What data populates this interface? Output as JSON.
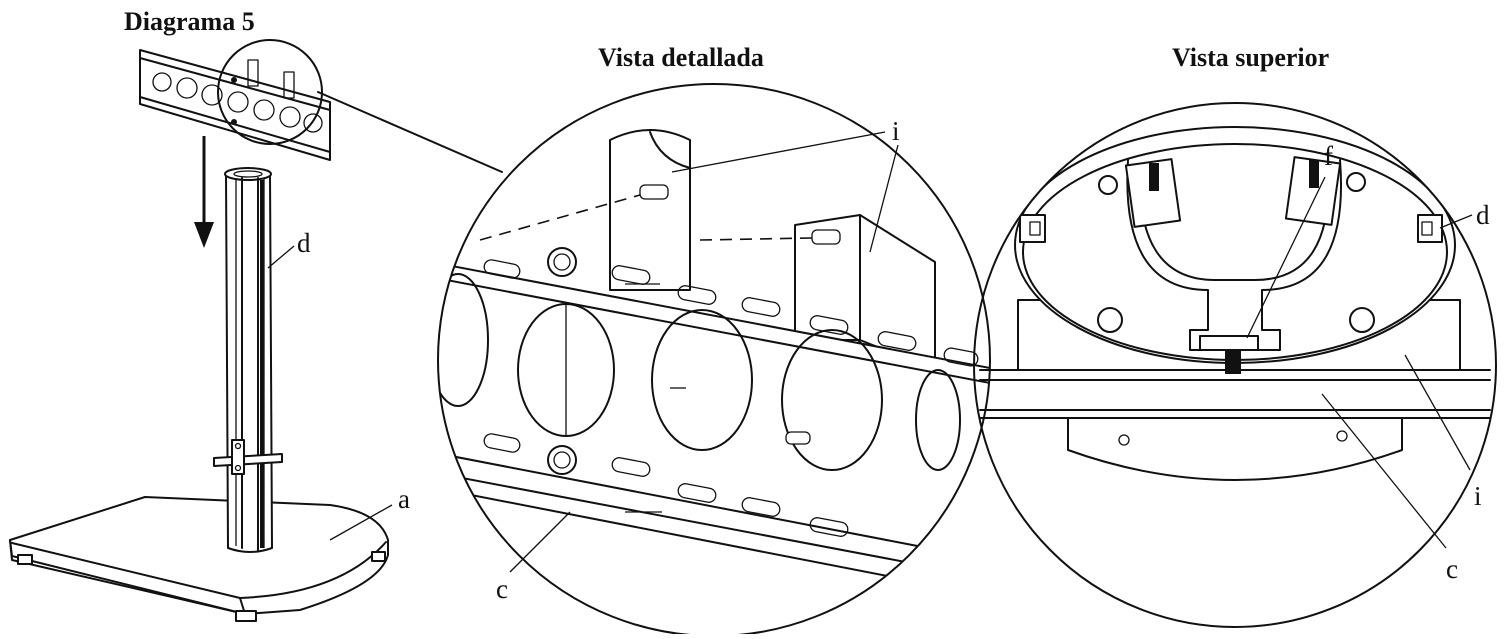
{
  "diagram": {
    "title": "Diagrama 5",
    "panels": [
      {
        "id": "overview"
      },
      {
        "id": "detail",
        "title": "Vista detallada"
      },
      {
        "id": "top",
        "title": "Vista superior"
      }
    ],
    "labels": {
      "overview_a": "a",
      "overview_d": "d",
      "detail_i": "i",
      "detail_c": "c",
      "top_f": "f",
      "top_d": "d",
      "top_i": "i",
      "top_c": "c"
    }
  }
}
